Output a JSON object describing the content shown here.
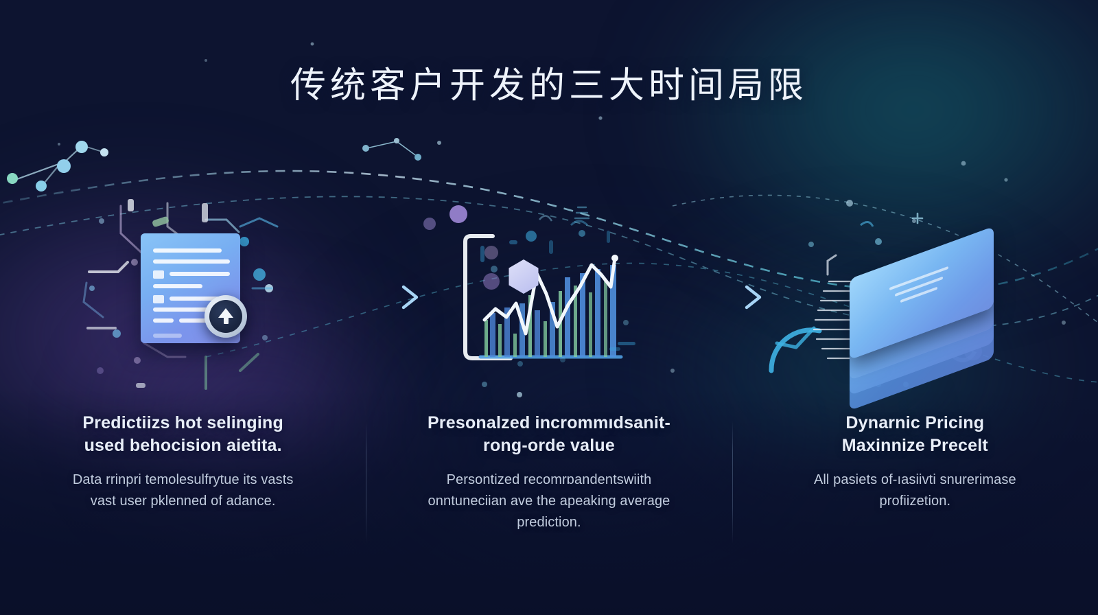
{
  "title": "传统客户开发的三大时间局限",
  "colors": {
    "bg_navy": "#111840",
    "bg_teal": "#13505e",
    "bg_purple": "#46346f",
    "accent_blue": "#7cc0f2",
    "accent_cyan": "#38bdf0",
    "heading_text": "#e8eef8",
    "body_text": "#c1ccde",
    "arrow": "#8fc3ef"
  },
  "columns": [
    {
      "id": "col-1",
      "icon": "document-upload-illustration",
      "heading_line1": "Predictiizs hot selinging",
      "heading_line2": "used behocision aietita.",
      "body_line1": "Data rrinpri temolesulfrytue its vasts",
      "body_line2": "vast user pklenned of adance."
    },
    {
      "id": "col-2",
      "icon": "growth-chart-illustration",
      "heading_line1": "Presonalzed incrommıdsanit-",
      "heading_line2": "rong-orde value",
      "body_line1": "Persontized recomrɒandentswiith",
      "body_line2": "onntuneciian ave the apeaking average",
      "body_line3": "prediction."
    },
    {
      "id": "col-3",
      "icon": "layered-stack-illustration",
      "heading_line1": "Dynarnic Pricing",
      "heading_line2": "Maxinnize Precelt",
      "body_line1": "All pasiets of-ıasiivti snurerimase",
      "body_line2": "profiizetion."
    }
  ],
  "connectors": [
    {
      "name": "arrow-1",
      "direction": "right"
    },
    {
      "name": "arrow-2",
      "direction": "right"
    }
  ]
}
